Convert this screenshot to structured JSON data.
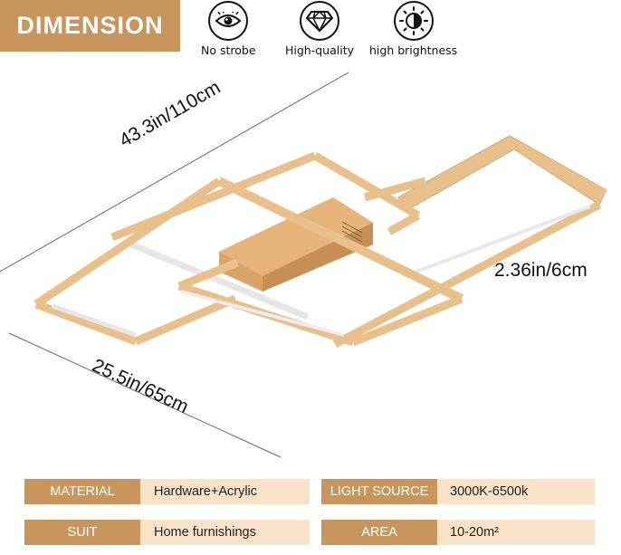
{
  "banner": {
    "title": "DIMENSION"
  },
  "features": [
    {
      "icon": "eye-icon",
      "label": "No strobe"
    },
    {
      "icon": "diamond-icon",
      "label": "High-quality"
    },
    {
      "icon": "brightness-icon",
      "label": "high brightness"
    }
  ],
  "dimensions": {
    "length": "43.3in/110cm",
    "width": "25.5in/65cm",
    "height": "2.36in/6cm"
  },
  "specs": [
    {
      "key": "MATERIAL",
      "value": "Hardware+Acrylic"
    },
    {
      "key": "LIGHT SOURCE",
      "value": "3000K-6500k"
    },
    {
      "key": "SUIT",
      "value": "Home furnishings"
    },
    {
      "key": "AREA",
      "value": "10-20m²"
    }
  ],
  "colors": {
    "accent": "#c8955c",
    "panel": "#fbe3c9",
    "frame": "#e8c08c",
    "diffuser": "#ececec"
  }
}
